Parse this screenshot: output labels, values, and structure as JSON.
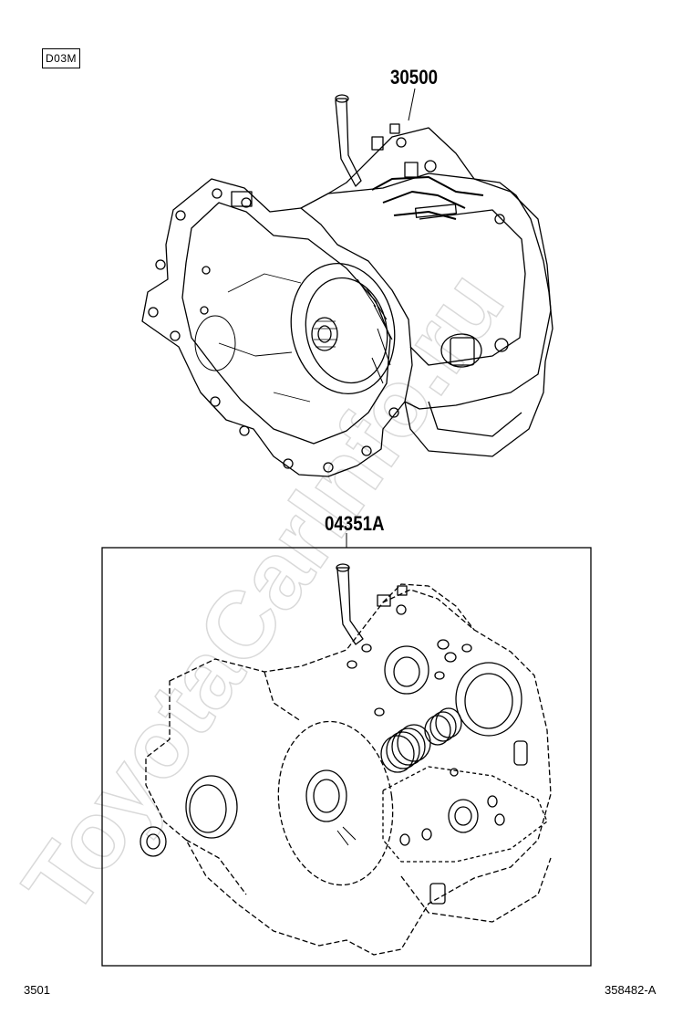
{
  "diagram": {
    "group_tag": "D03M",
    "callouts": {
      "assembly": "30500",
      "overhaul_kit": "04351A"
    },
    "footer": {
      "page_code": "3501",
      "illustration_id": "358482-A"
    },
    "watermark_text": "ToyotaCarInfo.ru",
    "line_color": "#000000",
    "watermark_color": "#d9d9d9"
  }
}
